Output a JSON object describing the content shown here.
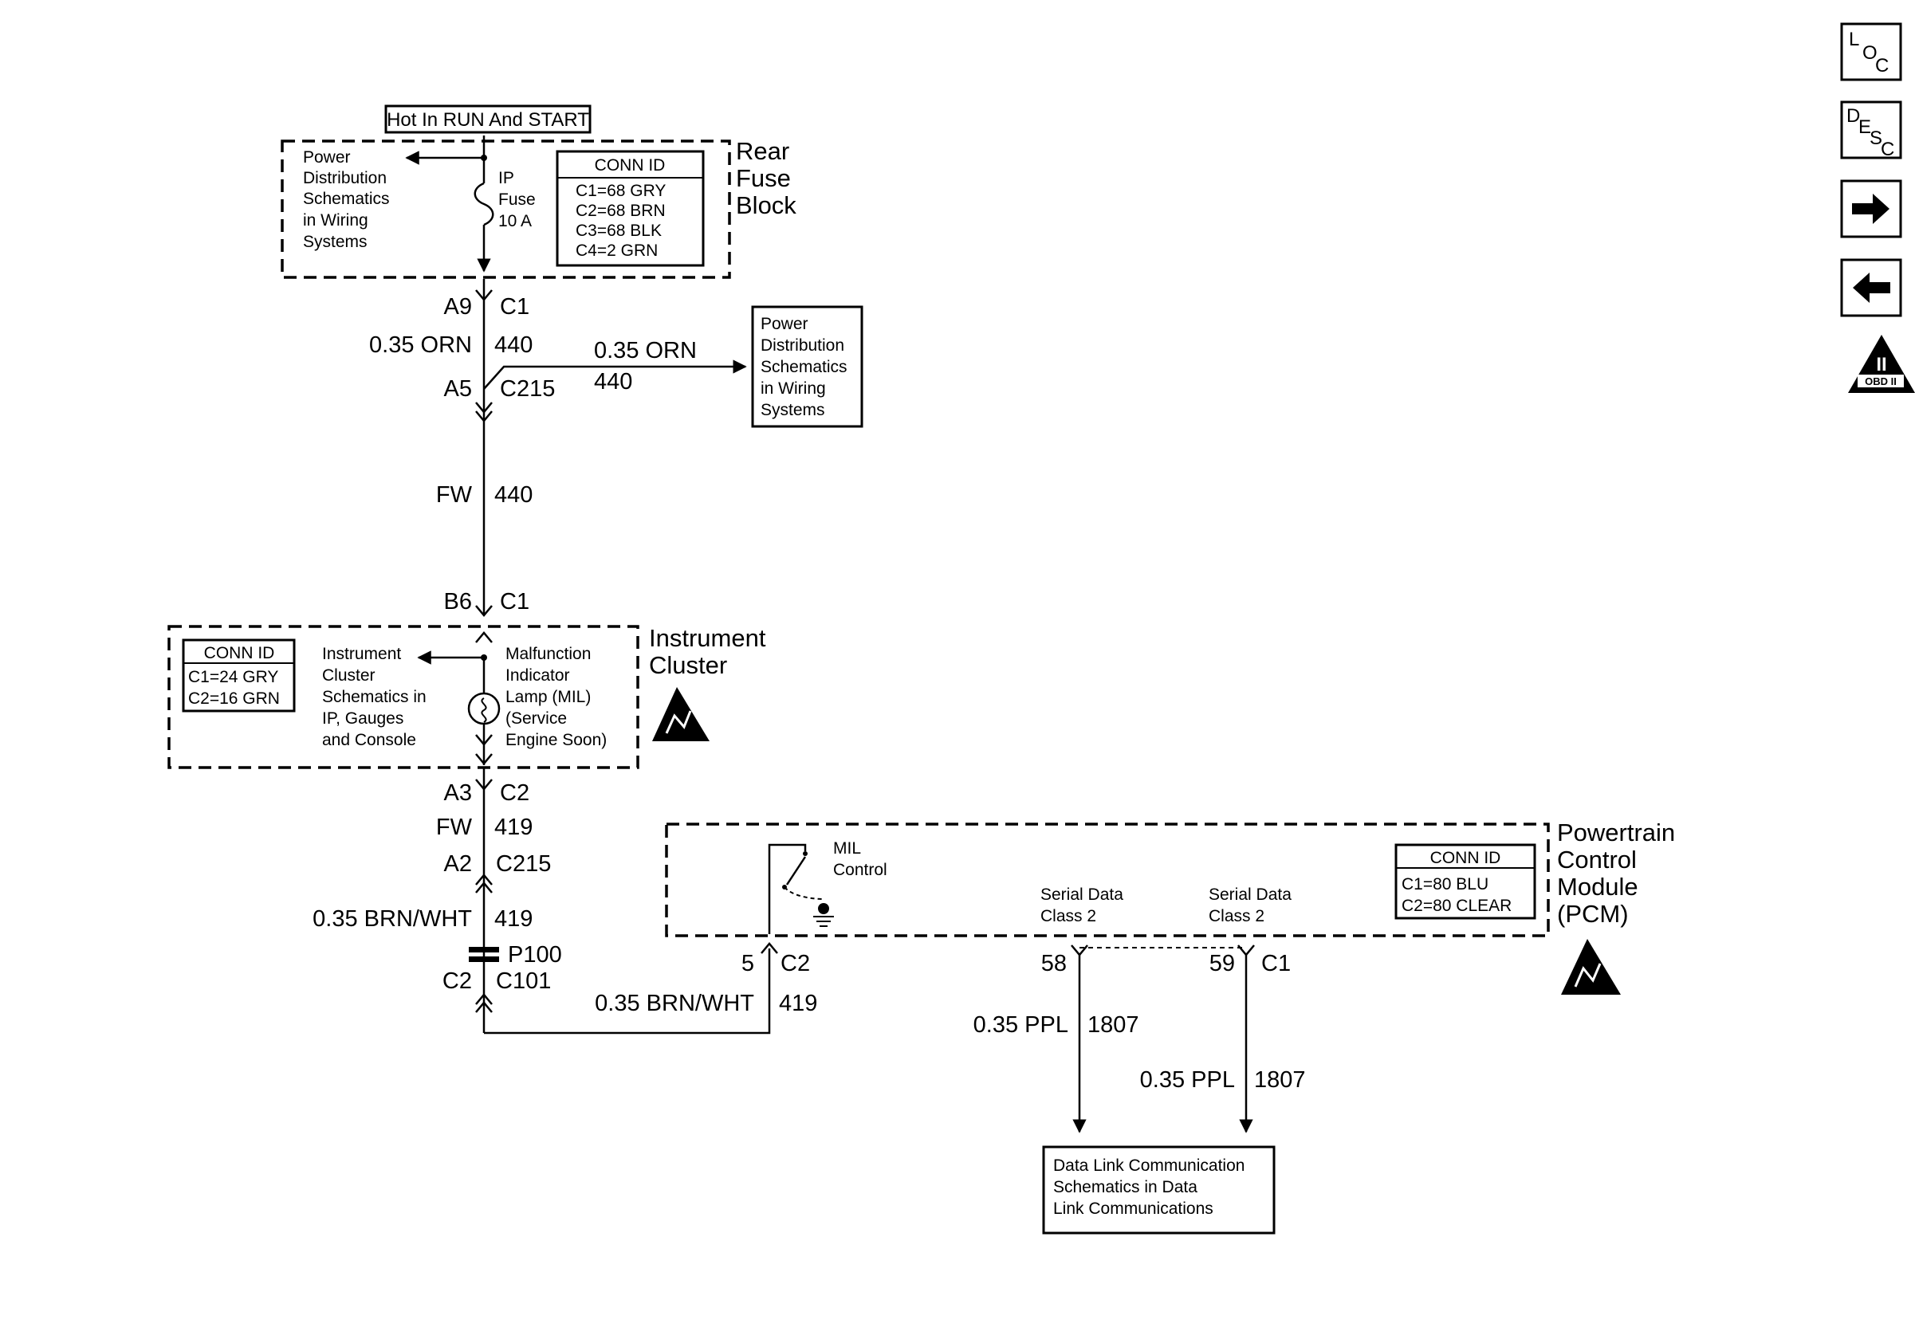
{
  "header": {
    "hot_label": "Hot In RUN And START"
  },
  "rear_fuse_block": {
    "title": [
      "Rear",
      "Fuse",
      "Block"
    ],
    "power_ref": [
      "Power",
      "Distribution",
      "Schematics",
      "in Wiring",
      "Systems"
    ],
    "fuse": [
      "IP",
      "Fuse",
      "10 A"
    ],
    "conn_id": {
      "title": "CONN ID",
      "lines": [
        "C1=68 GRY",
        "C2=68 BRN",
        "C3=68 BLK",
        "C4=2 GRN"
      ]
    }
  },
  "upper_circuit": {
    "a9": "A9",
    "c1": "C1",
    "wire_left": "0.35 ORN",
    "circuit_left": "440",
    "wire_branch": "0.35 ORN",
    "circuit_branch": "440",
    "a5": "A5",
    "c215": "C215",
    "fw": "FW",
    "fw_circuit": "440",
    "b6": "B6",
    "c1_cluster": "C1"
  },
  "power_dist_ref": [
    "Power",
    "Distribution",
    "Schematics",
    "in Wiring",
    "Systems"
  ],
  "instrument_cluster": {
    "title": [
      "Instrument",
      "Cluster"
    ],
    "conn_id": {
      "title": "CONN ID",
      "lines": [
        "C1=24 GRY",
        "C2=16 GRN"
      ]
    },
    "schem_ref": [
      "Instrument",
      "Cluster",
      "Schematics in",
      "IP, Gauges",
      "and Console"
    ],
    "mil": [
      "Malfunction",
      "Indicator",
      "Lamp (MIL)",
      "(Service",
      "Engine Soon)"
    ]
  },
  "lower_circuit": {
    "a3": "A3",
    "c2": "C2",
    "fw": "FW",
    "fw_circuit": "419",
    "a2": "A2",
    "c215": "C215",
    "wire": "0.35 BRN/WHT",
    "circuit": "419",
    "p100": "P100",
    "c2_left": "C2",
    "c101": "C101",
    "wire_bottom": "0.35 BRN/WHT",
    "circuit_bottom": "419"
  },
  "pcm": {
    "title": [
      "Powertrain",
      "Control",
      "Module",
      "(PCM)"
    ],
    "mil_control": [
      "MIL",
      "Control"
    ],
    "serial1": [
      "Serial Data",
      "Class 2"
    ],
    "serial2": [
      "Serial Data",
      "Class 2"
    ],
    "conn_id": {
      "title": "CONN ID",
      "lines": [
        "C1=80 BLU",
        "C2=80 CLEAR"
      ]
    },
    "pin5": "5",
    "c2": "C2",
    "pin58": "58",
    "pin59": "59",
    "c1": "C1",
    "wire1": "0.35 PPL",
    "circuit1": "1807",
    "wire2": "0.35 PPL",
    "circuit2": "1807"
  },
  "data_link_ref": [
    "Data Link Communication",
    "Schematics in Data",
    "Link Communications"
  ],
  "nav": {
    "loc": [
      "L",
      "O",
      "C"
    ],
    "desc": [
      "D",
      "E",
      "S",
      "C"
    ],
    "obd_numeral": "II",
    "obd_label": "OBD II",
    "icons": [
      "loc-icon",
      "desc-icon",
      "arrow-right-icon",
      "arrow-left-icon",
      "obd-ii-icon"
    ]
  }
}
